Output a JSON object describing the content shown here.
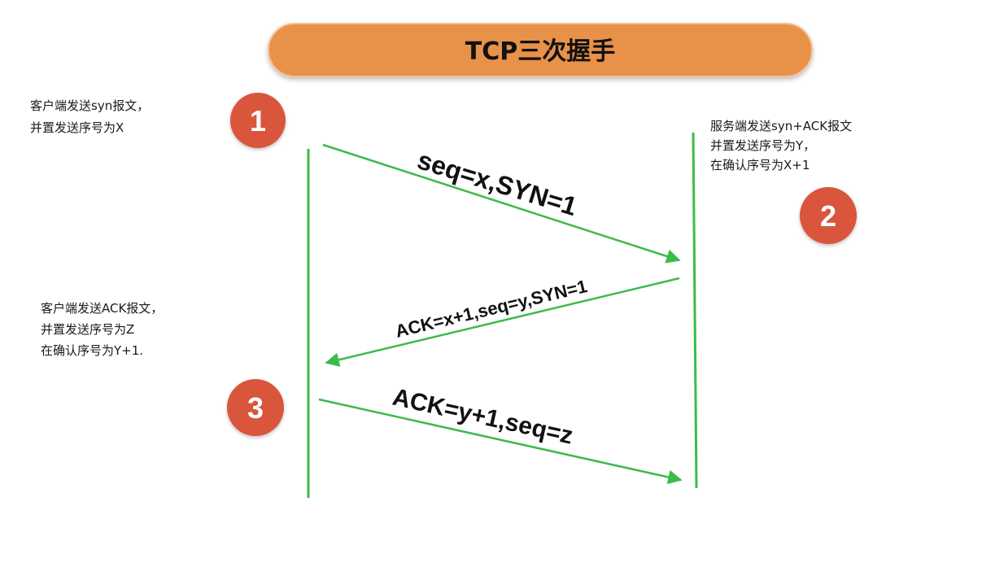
{
  "title": "TCP三次握手",
  "colors": {
    "title_bar": "#E8914A",
    "badge": "#D9573C",
    "line": "#3DBB4A"
  },
  "badges": [
    "1",
    "2",
    "3"
  ],
  "messages": [
    {
      "label": "seq=x,SYN=1",
      "direction": "client-to-server"
    },
    {
      "label": "ACK=x+1,seq=y,SYN=1",
      "direction": "server-to-client"
    },
    {
      "label": "ACK=y+1,seq=z",
      "direction": "client-to-server"
    }
  ],
  "notes": {
    "step1": [
      "客户端发送syn报文，",
      "并置发送序号为X"
    ],
    "step2": [
      "服务端发送syn+ACK报文",
      "并置发送序号为Y，",
      "在确认序号为X+1"
    ],
    "step3": [
      "客户端发送ACK报文，",
      "并置发送序号为Z",
      "在确认序号为Y+1."
    ]
  }
}
